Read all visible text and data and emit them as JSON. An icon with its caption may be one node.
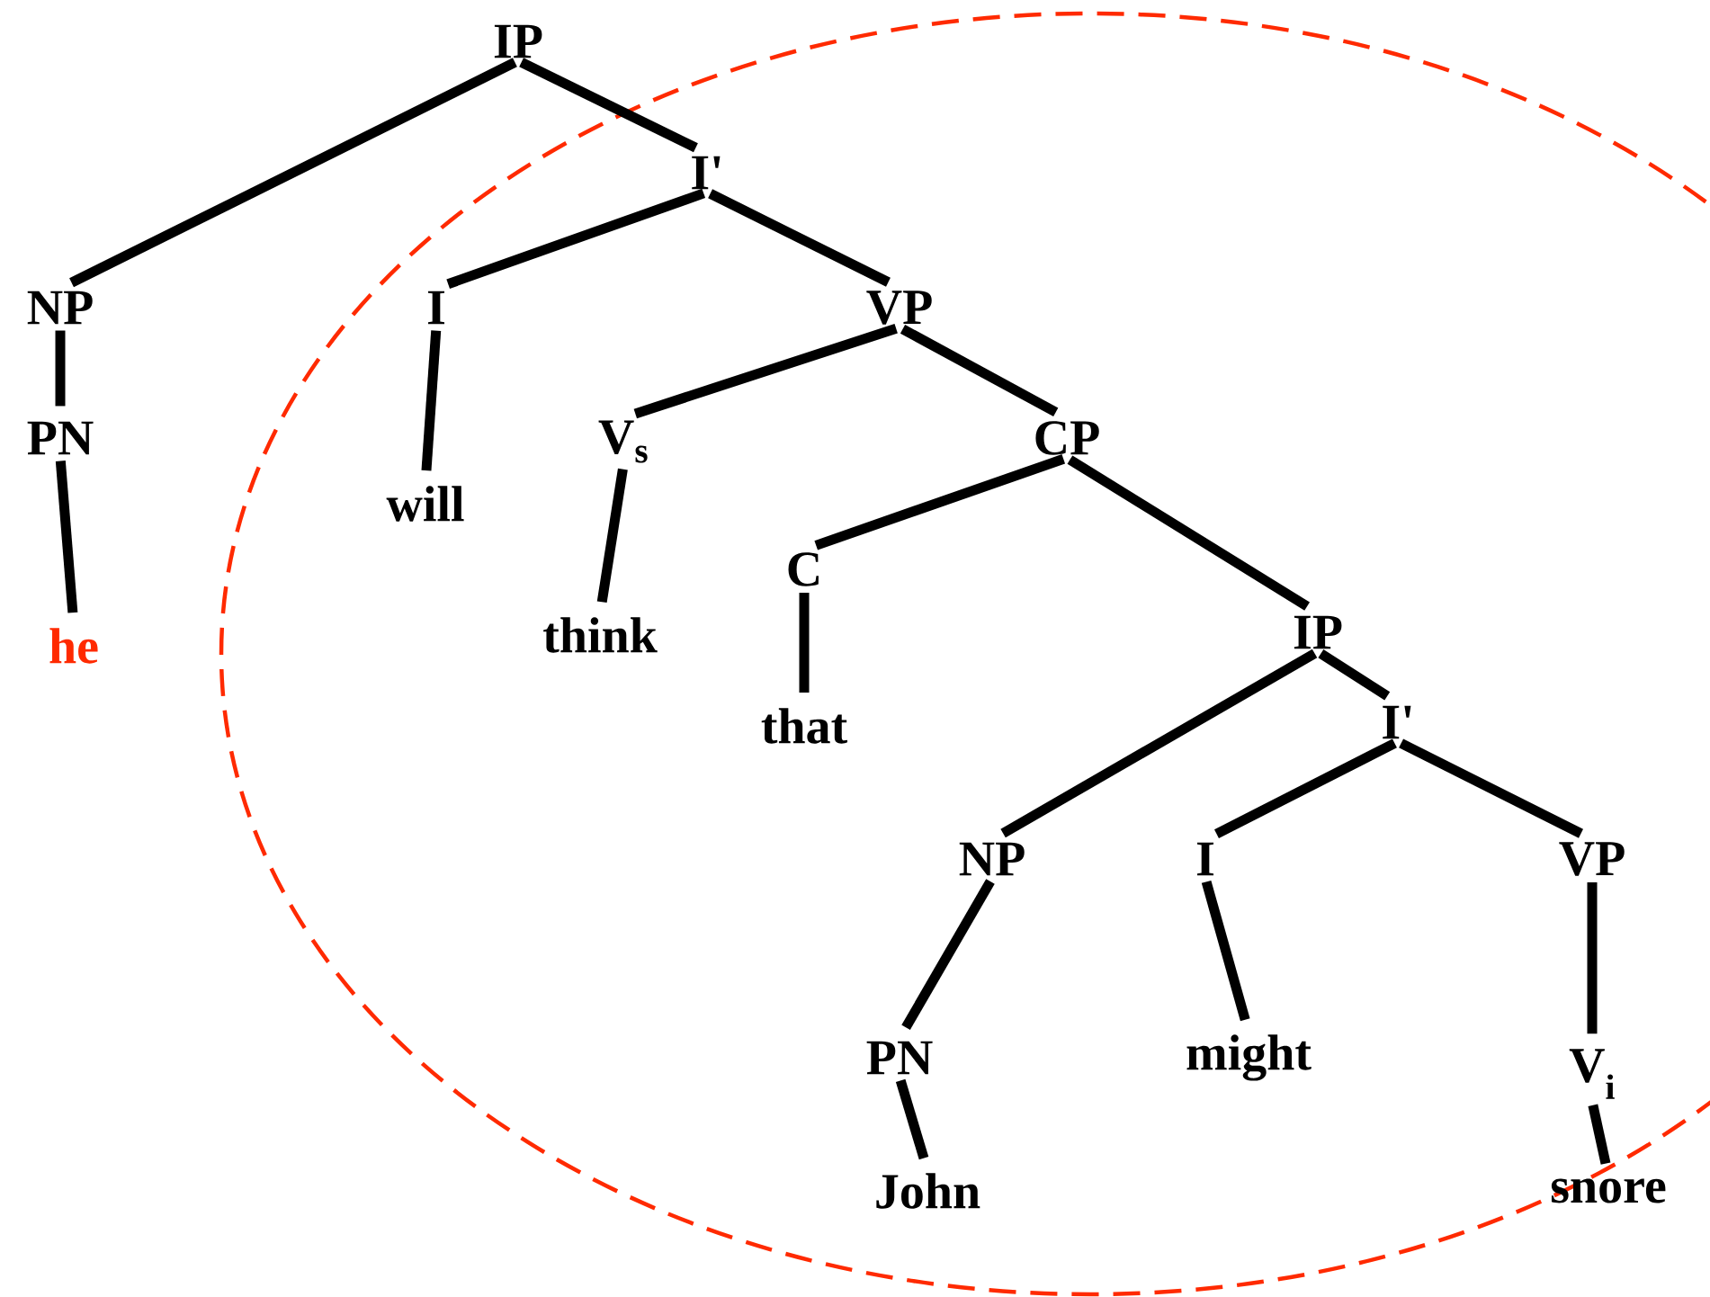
{
  "diagram": {
    "nodes": [
      {
        "text": [
          "IP"
        ]
      },
      {
        "text": [
          "I'"
        ]
      },
      {
        "text": [
          "NP"
        ]
      },
      {
        "text": [
          "I"
        ]
      },
      {
        "text": [
          "VP"
        ]
      },
      {
        "text": [
          "PN"
        ]
      },
      {
        "text": [
          "V$_{s}$"
        ]
      },
      {
        "text": [
          "CP"
        ]
      },
      {
        "text": [
          "will"
        ]
      },
      {
        "text": [
          "C"
        ]
      },
      {
        "text": [
          "he"
        ]
      },
      {
        "text": [
          "think"
        ]
      },
      {
        "text": [
          "IP"
        ]
      },
      {
        "text": [
          "that"
        ]
      },
      {
        "text": [
          "I'"
        ]
      },
      {
        "text": [
          "NP"
        ]
      },
      {
        "text": [
          "I"
        ]
      },
      {
        "text": [
          "VP"
        ]
      },
      {
        "text": [
          "PN"
        ]
      },
      {
        "text": [
          "might"
        ]
      },
      {
        "text": [
          "V$_{i}$"
        ]
      },
      {
        "text": [
          "John"
        ]
      },
      {
        "text": [
          "snore"
        ]
      }
    ],
    "edges": [
      {
        "from": 0,
        "to": 2,
        "arrow": "none"
      },
      {
        "from": 0,
        "to": 1,
        "arrow": "none"
      },
      {
        "from": 1,
        "to": 3,
        "arrow": "none"
      },
      {
        "from": 1,
        "to": 4,
        "arrow": "none"
      },
      {
        "from": 4,
        "to": 6,
        "arrow": "none"
      },
      {
        "from": 4,
        "to": 7,
        "arrow": "none"
      },
      {
        "from": 7,
        "to": 9,
        "arrow": "none"
      },
      {
        "from": 7,
        "to": 12,
        "arrow": "none"
      },
      {
        "from": 12,
        "to": 15,
        "arrow": "none"
      },
      {
        "from": 12,
        "to": 14,
        "arrow": "none"
      },
      {
        "from": 14,
        "to": 16,
        "arrow": "none"
      },
      {
        "from": 14,
        "to": 17,
        "arrow": "none"
      },
      {
        "from": 2,
        "to": 5,
        "arrow": "none"
      },
      {
        "from": 5,
        "to": 10,
        "arrow": "none"
      },
      {
        "from": 3,
        "to": 8,
        "arrow": "none"
      },
      {
        "from": 6,
        "to": 11,
        "arrow": "none"
      },
      {
        "from": 9,
        "to": 13,
        "arrow": "none"
      },
      {
        "from": 15,
        "to": 18,
        "arrow": "none"
      },
      {
        "from": 18,
        "to": 21,
        "arrow": "none"
      },
      {
        "from": 16,
        "to": 19,
        "arrow": "none"
      },
      {
        "from": 17,
        "to": 20,
        "arrow": "none"
      },
      {
        "from": 20,
        "to": 22,
        "arrow": "none"
      }
    ]
  }
}
